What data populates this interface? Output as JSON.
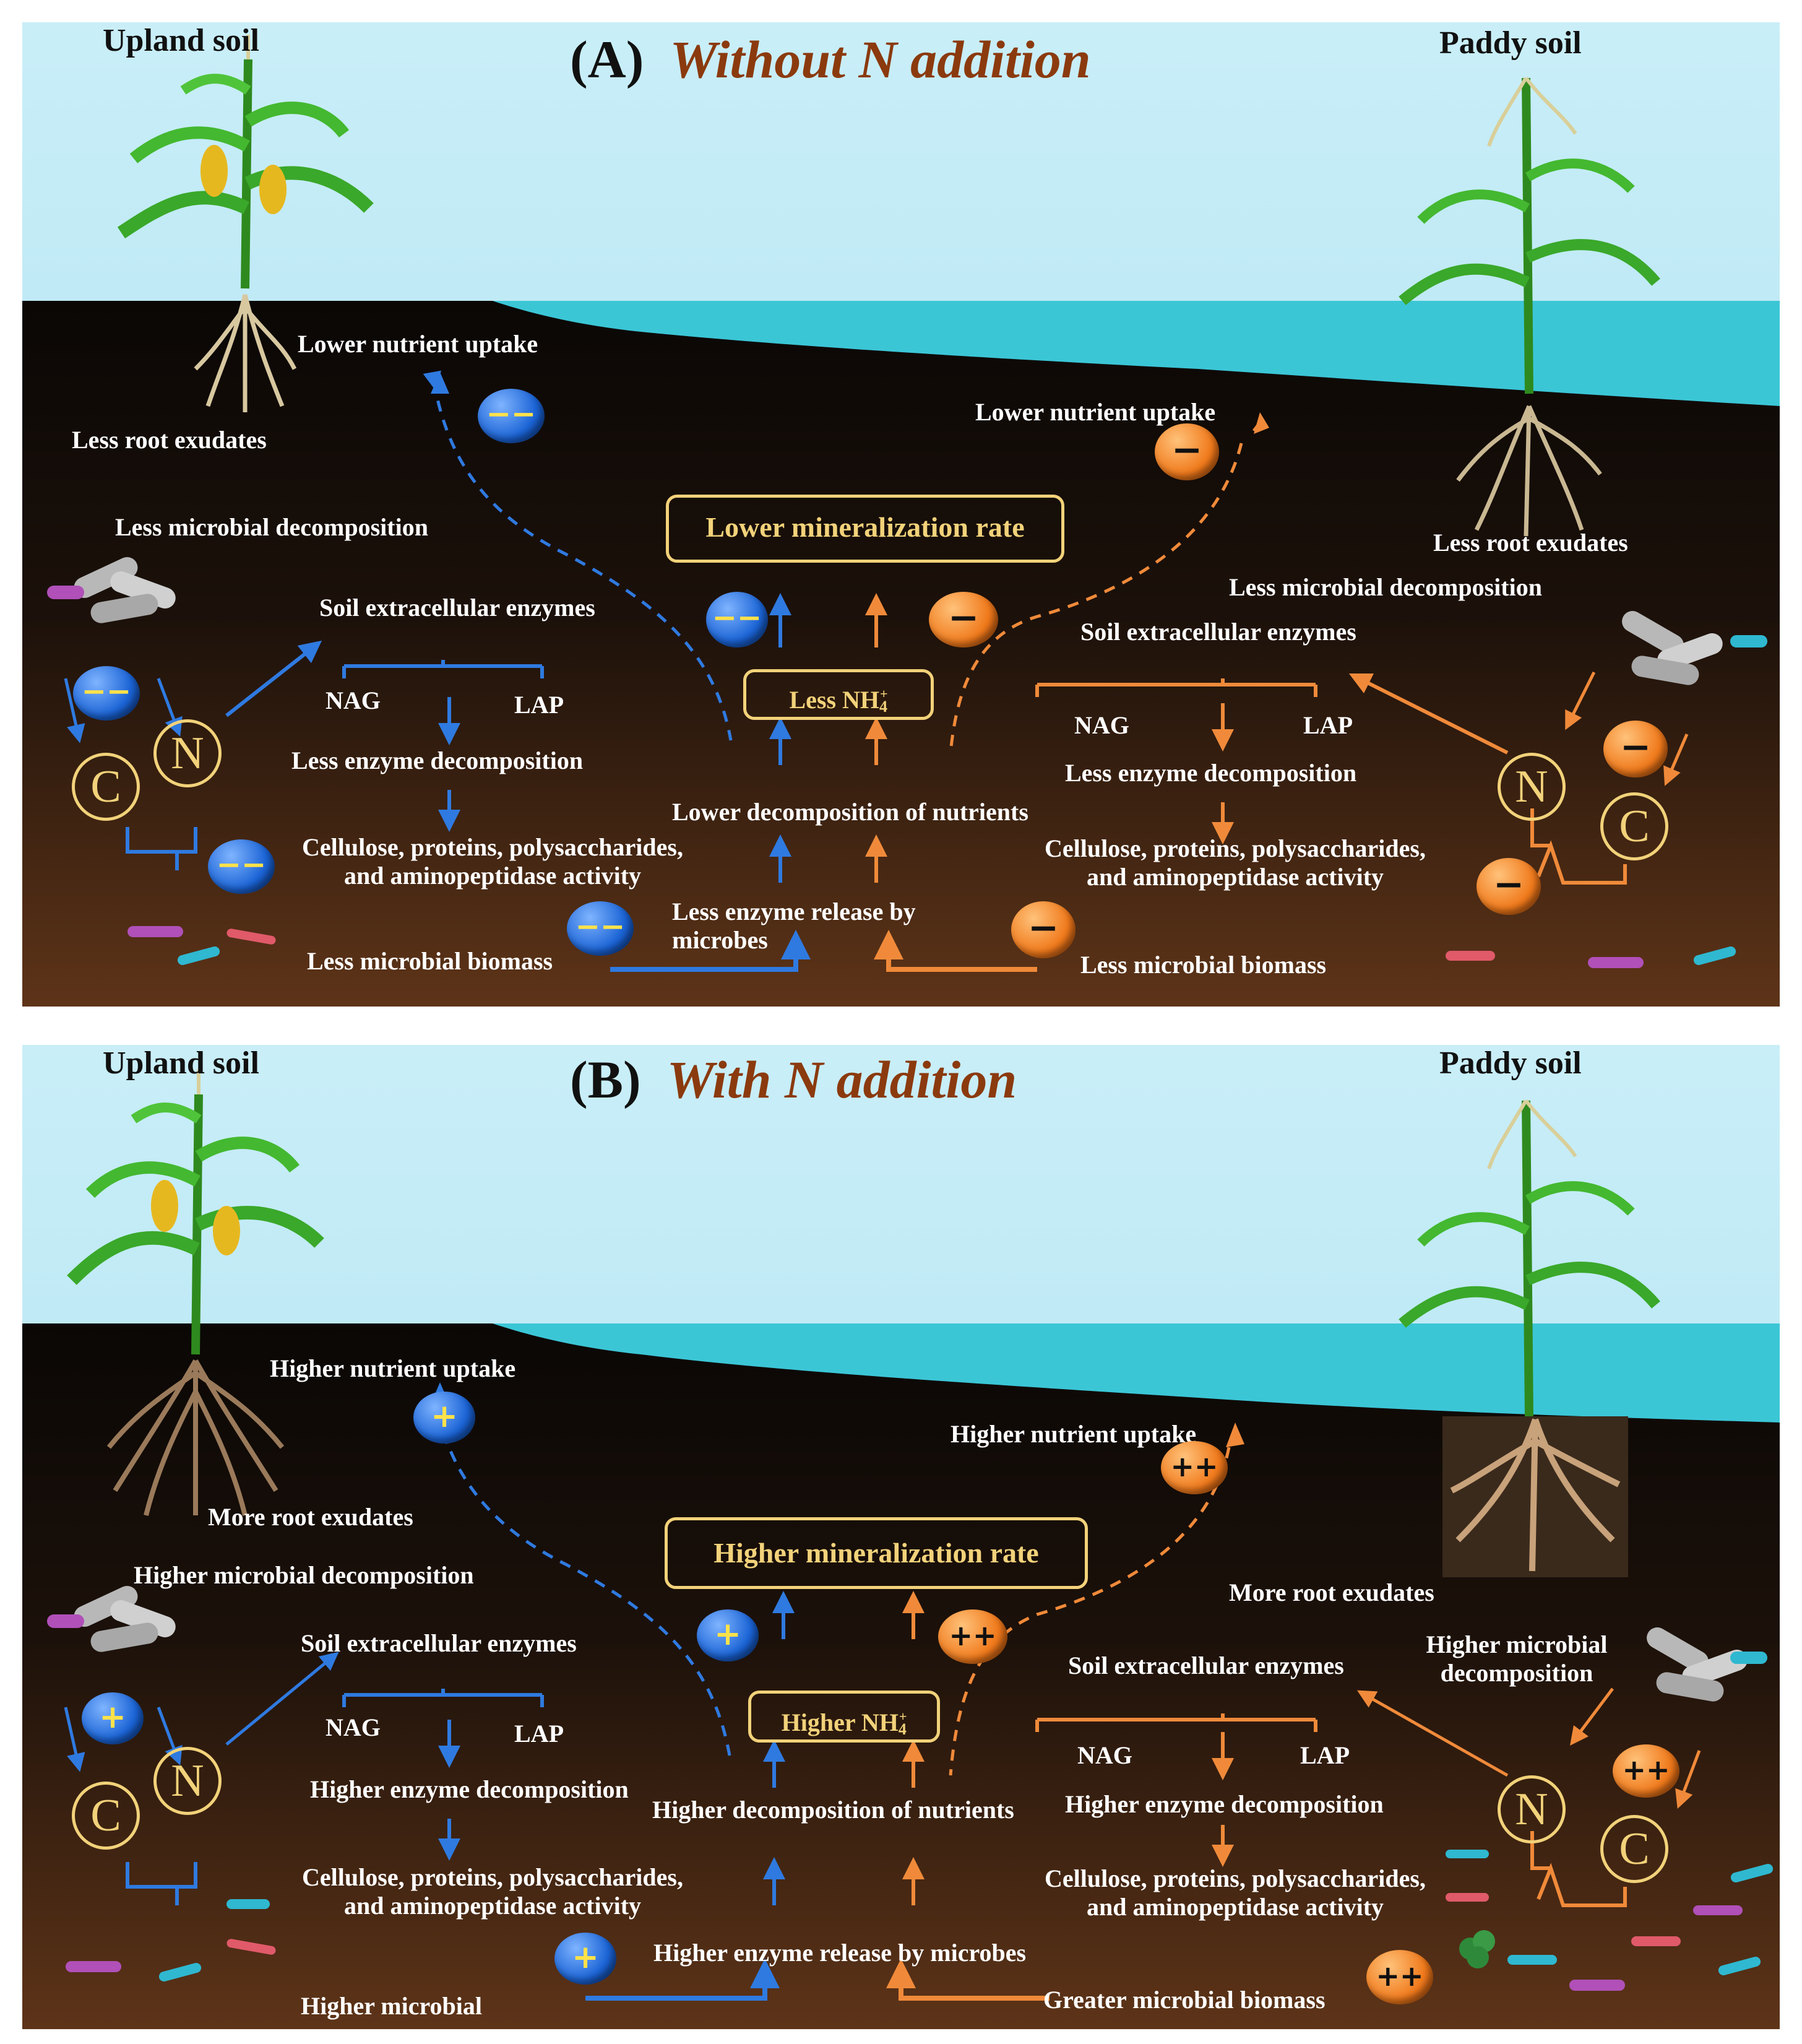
{
  "panel_a": {
    "label": "(A)",
    "title": "Without N addition",
    "upland_title": "Upland soil",
    "paddy_title": "Paddy soil",
    "mineralization": "Lower mineralization rate",
    "nh4_prefix": "Less",
    "nh4_formula": "NH",
    "nh4_sub": "4",
    "nh4_sup": "+",
    "decomposition": "Lower decomposition of nutrients",
    "left": {
      "uptake": "Lower  nutrient uptake",
      "exudates": "Less root exudates",
      "microbial_decomp": "Less microbial decomposition",
      "enzymes": "Soil extracellular enzymes",
      "nag": "NAG",
      "lap": "LAP",
      "enzyme_decomp": "Less  enzyme decomposition",
      "cellulose_1": "Cellulose, proteins, polysaccharides,",
      "cellulose_2": "and aminopeptidase activity",
      "biomass": "Less microbial biomass",
      "release_1": "Less enzyme release by",
      "release_2": "microbes"
    },
    "right": {
      "uptake": "Lower nutrient uptake",
      "exudates": "Less root exudates",
      "microbial_decomp": "Less microbial decomposition",
      "enzymes": "Soil extracellular enzymes",
      "nag": "NAG",
      "lap": "LAP",
      "enzyme_decomp": "Less enzyme decomposition",
      "cellulose_1": "Cellulose, proteins, polysaccharides,",
      "cellulose_2": "and aminopeptidase activity",
      "biomass": "Less  microbial biomass"
    },
    "badges": {
      "blue_uptake": "−−",
      "blue_cn": "−−",
      "blue_cellulose": "−−",
      "blue_release": "−−",
      "blue_center": "−−",
      "orange_uptake": "−",
      "orange_center": "−",
      "orange_cn": "−",
      "orange_cellulose": "−",
      "orange_release": "−"
    },
    "c_symbol": "C",
    "n_symbol": "N"
  },
  "panel_b": {
    "label": "(B)",
    "title": "With N addition",
    "upland_title": "Upland soil",
    "paddy_title": "Paddy soil",
    "mineralization": "Higher mineralization rate",
    "nh4_prefix": "Higher",
    "nh4_formula": "NH",
    "nh4_sub": "4",
    "nh4_sup": "+",
    "decomposition": "Higher decomposition of nutrients",
    "left": {
      "uptake": "Higher nutrient uptake",
      "exudates": "More root exudates",
      "microbial_decomp": "Higher microbial decomposition",
      "enzymes": "Soil extracellular enzymes",
      "nag": "NAG",
      "lap": "LAP",
      "enzyme_decomp": "Higher enzyme decomposition",
      "cellulose_1": "Cellulose, proteins, polysaccharides,",
      "cellulose_2": "and aminopeptidase activity",
      "biomass": "Higher microbial",
      "release": "Higher enzyme release by microbes"
    },
    "right": {
      "uptake": "Higher nutrient uptake",
      "exudates": "More root exudates",
      "microbial_decomp_1": "Higher microbial",
      "microbial_decomp_2": "decomposition",
      "enzymes": "Soil extracellular enzymes",
      "nag": "NAG",
      "lap": "LAP",
      "enzyme_decomp": "Higher enzyme decomposition",
      "cellulose_1": "Cellulose, proteins, polysaccharides,",
      "cellulose_2": "and aminopeptidase activity",
      "biomass": "Greater  microbial biomass"
    },
    "badges": {
      "blue_uptake": "+",
      "blue_cn": "+",
      "blue_release": "+",
      "blue_center": "+",
      "orange_uptake": "++",
      "orange_center": "++",
      "orange_cn": "++",
      "orange_biomass": "++"
    },
    "c_symbol": "C",
    "n_symbol": "N"
  },
  "colors": {
    "sky": "#c4ecf6",
    "water": "#3bc6d6",
    "soil_top": "#0c0806",
    "soil_bottom": "#5a3216",
    "blue_path": "#2f7ae0",
    "orange_path": "#f08a3a",
    "box_border": "#f2d27a",
    "title_brown": "#8b3a0e"
  }
}
